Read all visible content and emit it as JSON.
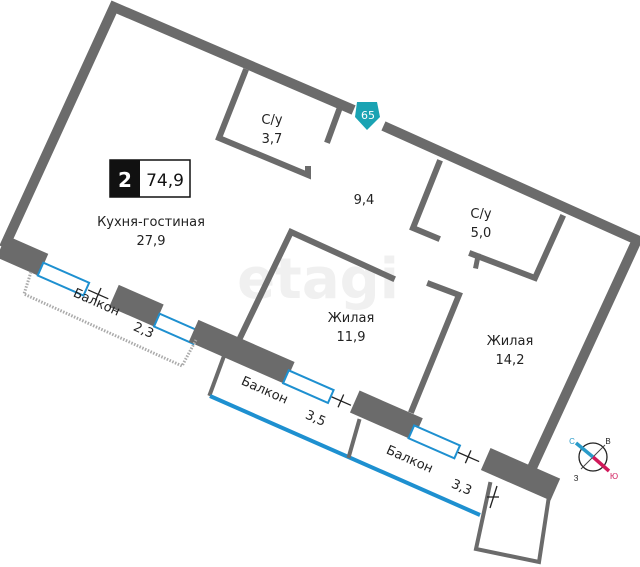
{
  "plan": {
    "rooms_count": "2",
    "total_area": "74,9",
    "entrance_number": "65",
    "watermark": "etagi",
    "rooms": [
      {
        "name": "Кухня-гостиная",
        "area": "27,9"
      },
      {
        "name": "",
        "area": "9,4"
      },
      {
        "name": "С/у",
        "area": "3,7"
      },
      {
        "name": "С/у",
        "area": "5,0"
      },
      {
        "name": "Жилая",
        "area": "11,9"
      },
      {
        "name": "Жилая",
        "area": "14,2"
      }
    ],
    "balconies": [
      {
        "name": "Балкон",
        "area": "2,3"
      },
      {
        "name": "Балкон",
        "area": "3,5"
      },
      {
        "name": "Балкон",
        "area": "3,3"
      }
    ],
    "compass": {
      "north": "С",
      "east": "В",
      "south": "Ю",
      "west": "З"
    },
    "colors": {
      "wall": "#6b6b6b",
      "window": "#1e90d0",
      "entrance": "#1aa3b3",
      "south": "#d0195a",
      "north": "#2a9bc9"
    }
  }
}
